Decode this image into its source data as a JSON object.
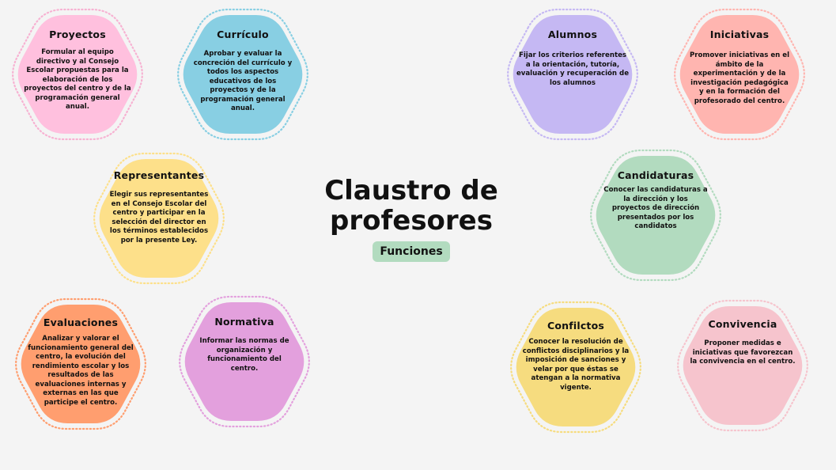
{
  "center": {
    "title": "Claustro de profesores",
    "badge": "Funciones",
    "badge_color": "#b2dbbf"
  },
  "nodes": [
    {
      "key": "proyectos",
      "title": "Proyectos",
      "text": "Formular al equipo directivo y al Consejo Escolar propuestas para la elaboración de los proyectos del centro y de la programación general anual.",
      "fill": "#ffc0de",
      "border": "#f7b2d2"
    },
    {
      "key": "curriculo",
      "title": "Currículo",
      "text": "Aprobar y evaluar la concreción del currículo y todos los aspectos educativos de los proyectos y de la programación general anual.",
      "fill": "#88cfe3",
      "border": "#88cfe3"
    },
    {
      "key": "alumnos",
      "title": "Alumnos",
      "text": "Fijar los criterios referentes a la orientación, tutoría, evaluación y recuperación de los alumnos",
      "fill": "#c5b8f3",
      "border": "#c5b8f3"
    },
    {
      "key": "iniciativas",
      "title": "Iniciativas",
      "text": "Promover iniciativas en el ámbito de la experimentación y de la investigación pedagógica y en la formación del profesorado del centro.",
      "fill": "#ffb5b0",
      "border": "#ffb5b0"
    },
    {
      "key": "representantes",
      "title": "Representantes",
      "text": "Elegir sus representantes en el Consejo Escolar del centro y participar en la selección del director en los términos establecidos por la presente Ley.",
      "fill": "#fde08a",
      "border": "#fde08a"
    },
    {
      "key": "candidaturas",
      "title": "Candidaturas",
      "text": "Conocer las candidaturas a la dirección y los proyectos de dirección presentados por los candidatos",
      "fill": "#b2dbbf",
      "border": "#b2dbbf"
    },
    {
      "key": "evaluaciones",
      "title": "Evaluaciones",
      "text": "Analizar y valorar el funcionamiento general del centro, la evolución del rendimiento escolar y los resultados de las evaluaciones internas y externas en las que participe el centro.",
      "fill": "#ff9e6f",
      "border": "#ff9e6f"
    },
    {
      "key": "normativa",
      "title": "Normativa",
      "text": "Informar las normas de organización y funcionamiento del centro.",
      "fill": "#e3a0dd",
      "border": "#e3a0dd"
    },
    {
      "key": "conflictos",
      "title": "Confilctos",
      "text": "Conocer la resolución de conflictos disciplinarios y la imposición de sanciones y velar por que éstas se atengan a la normativa vigente.",
      "fill": "#f6dc7f",
      "border": "#f6dc7f"
    },
    {
      "key": "convivencia",
      "title": "Convivencia",
      "text": "Proponer medidas e iniciativas que favorezcan la convivencia en el centro.",
      "fill": "#f6c4cd",
      "border": "#f6c4cd"
    }
  ]
}
